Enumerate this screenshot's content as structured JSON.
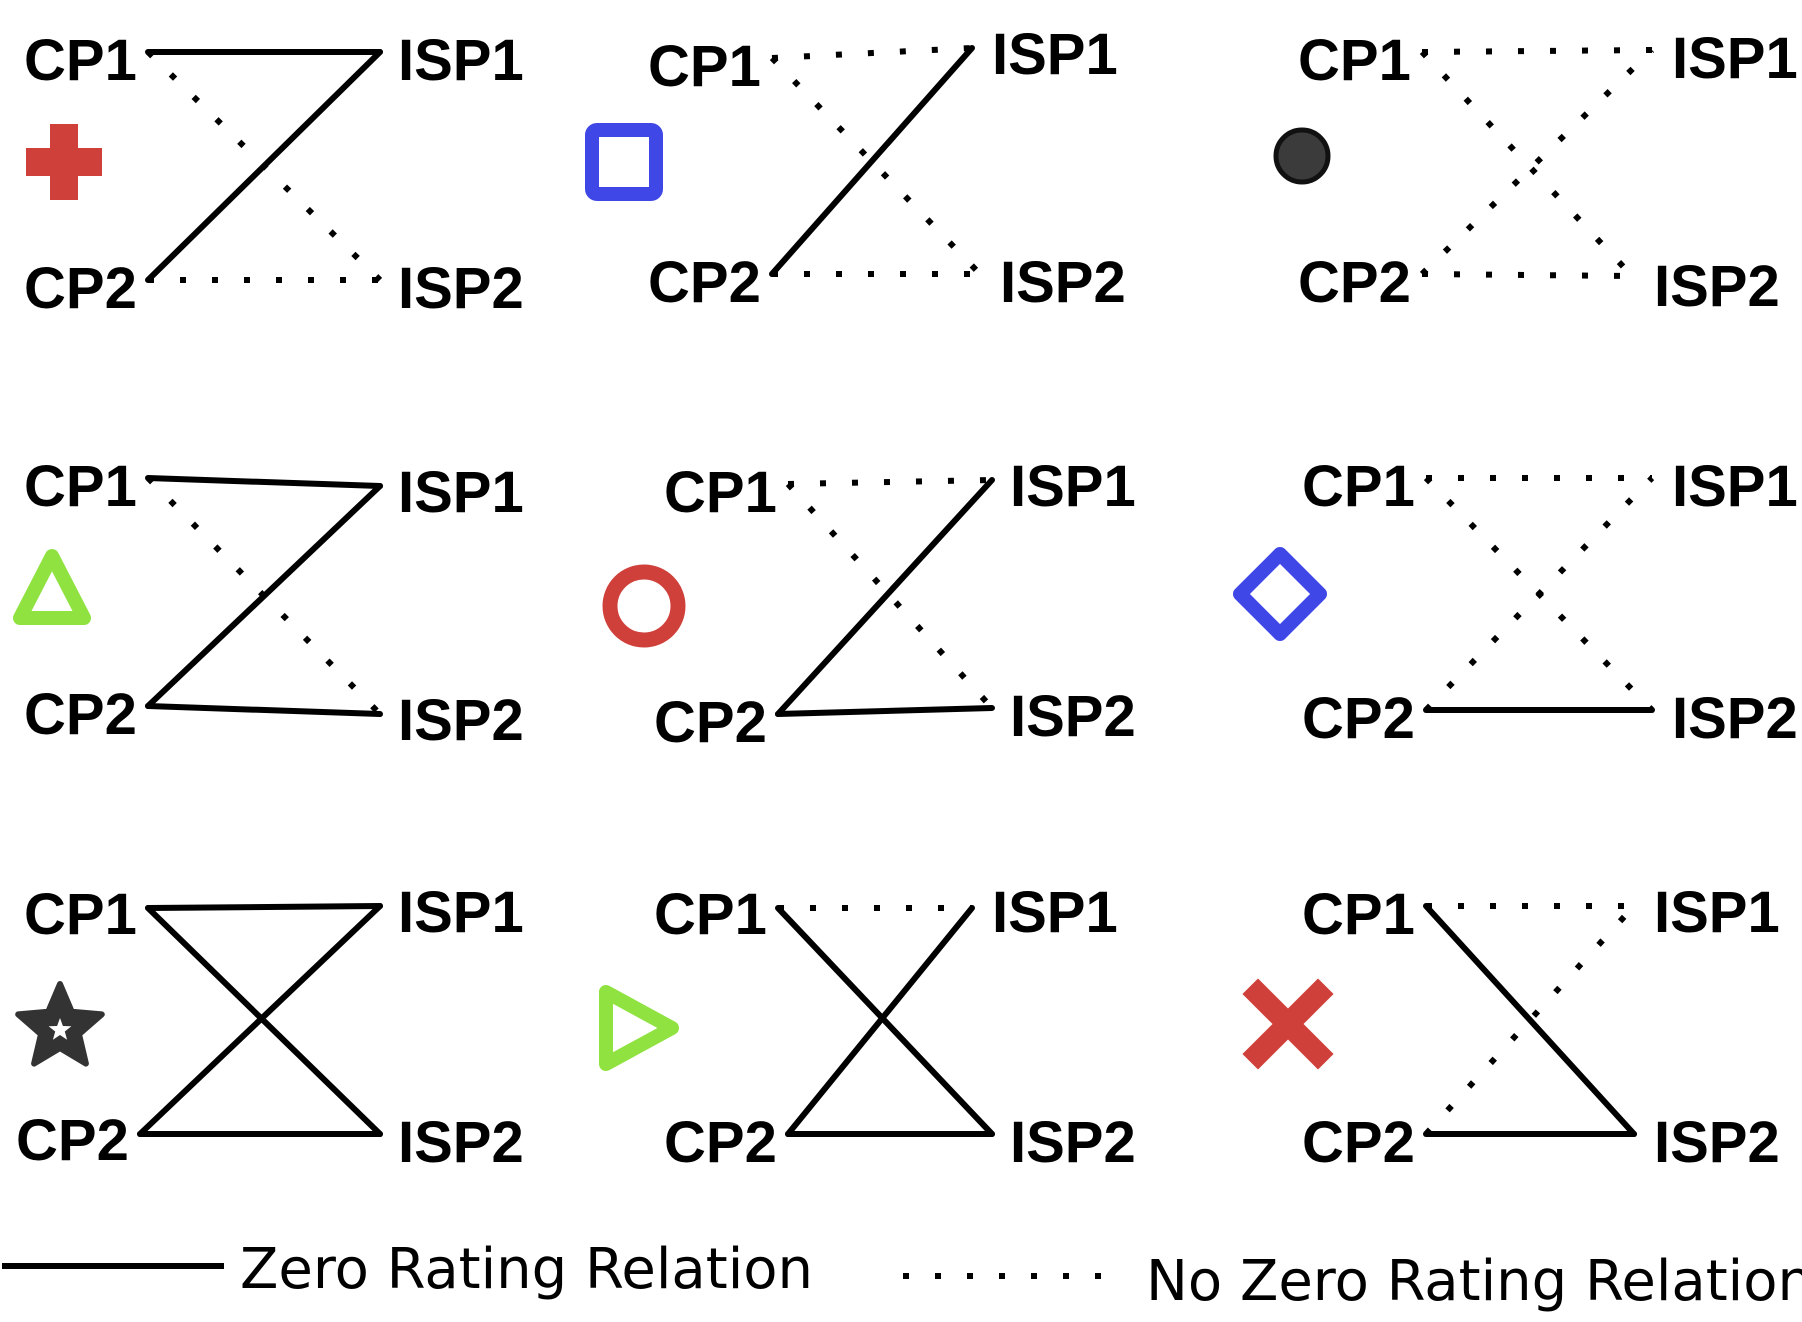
{
  "node_labels": {
    "cp1": "CP1",
    "cp2": "CP2",
    "isp1": "ISP1",
    "isp2": "ISP2"
  },
  "legend": {
    "solid_label": "Zero Rating Relation",
    "dotted_label": "No Zero Rating Relation"
  },
  "panels": [
    {
      "id": "plus",
      "marker": "plus-icon",
      "color": "#d0403a",
      "edges": {
        "CP1-ISP1": "zero",
        "CP2-ISP1": "zero",
        "CP1-ISP2": "none",
        "CP2-ISP2": "none"
      }
    },
    {
      "id": "square",
      "marker": "square-icon",
      "color": "#3f48e6",
      "edges": {
        "CP1-ISP1": "none",
        "CP2-ISP1": "zero",
        "CP1-ISP2": "none",
        "CP2-ISP2": "none"
      }
    },
    {
      "id": "circle",
      "marker": "filled-circle-icon",
      "color": "#2b2b2b",
      "edges": {
        "CP1-ISP1": "none",
        "CP2-ISP1": "none",
        "CP1-ISP2": "none",
        "CP2-ISP2": "none"
      }
    },
    {
      "id": "triangle",
      "marker": "triangle-up-icon",
      "color": "#8fe23f",
      "edges": {
        "CP1-ISP1": "zero",
        "CP2-ISP1": "zero",
        "CP1-ISP2": "none",
        "CP2-ISP2": "zero"
      }
    },
    {
      "id": "ring",
      "marker": "ring-icon",
      "color": "#d0403a",
      "edges": {
        "CP1-ISP1": "none",
        "CP2-ISP1": "zero",
        "CP1-ISP2": "none",
        "CP2-ISP2": "zero"
      }
    },
    {
      "id": "diamond",
      "marker": "diamond-icon",
      "color": "#3f48e6",
      "edges": {
        "CP1-ISP1": "none",
        "CP2-ISP1": "none",
        "CP1-ISP2": "none",
        "CP2-ISP2": "zero"
      }
    },
    {
      "id": "star",
      "marker": "star-icon",
      "color": "#2b2b2b",
      "edges": {
        "CP1-ISP1": "zero",
        "CP2-ISP1": "zero",
        "CP1-ISP2": "zero",
        "CP2-ISP2": "zero"
      }
    },
    {
      "id": "play",
      "marker": "triangle-right-icon",
      "color": "#8fe23f",
      "edges": {
        "CP1-ISP1": "none",
        "CP2-ISP1": "zero",
        "CP1-ISP2": "zero",
        "CP2-ISP2": "zero"
      }
    },
    {
      "id": "cross",
      "marker": "cross-icon",
      "color": "#d0403a",
      "edges": {
        "CP1-ISP1": "none",
        "CP2-ISP1": "none",
        "CP1-ISP2": "zero",
        "CP2-ISP2": "zero"
      }
    }
  ]
}
